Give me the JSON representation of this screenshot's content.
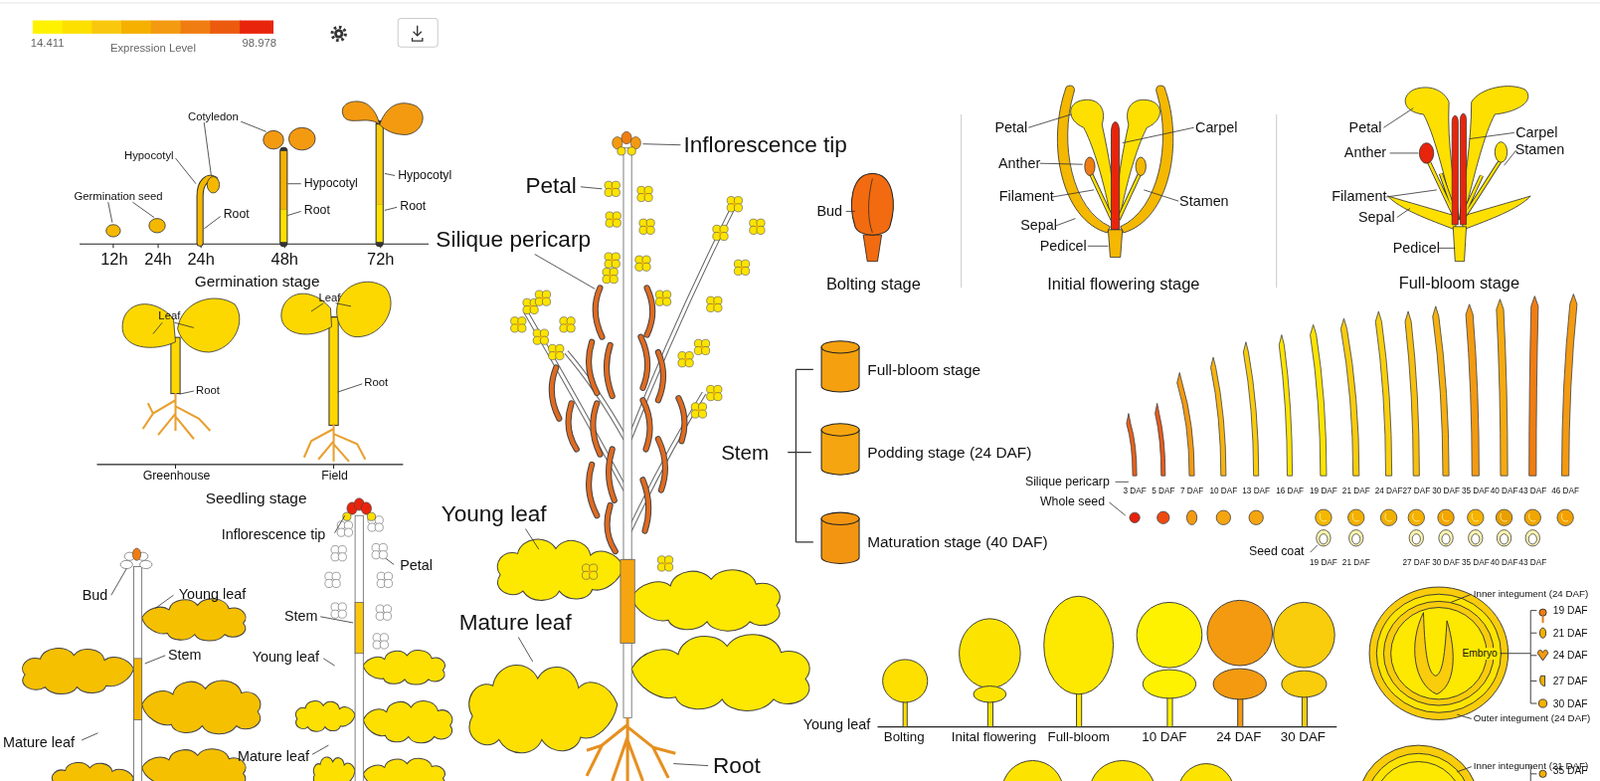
{
  "diagram": {
    "labels": [
      "14.411",
      "Expression Level",
      "98.978",
      "Cotyledon",
      "Hypocotyl",
      "Germination seed",
      "Root",
      "Hypocotyl",
      "Root",
      "Hypocotyl",
      "Root",
      "12h",
      "24h",
      "24h",
      "48h",
      "72h",
      "Germination stage",
      "Leaf",
      "Root",
      "Leaf",
      "Root",
      "Greenhouse",
      "Field",
      "Seedling stage",
      "Bud",
      "Young leaf",
      "Stem",
      "Mature leaf",
      "Inflorescence tip",
      "Petal",
      "Stem",
      "Young leaf",
      "Mature leaf",
      "Inflorescence tip",
      "Petal",
      "Silique pericarp",
      "Young leaf",
      "Mature leaf",
      "Root",
      "Bud",
      "Bolting stage",
      "Petal",
      "Carpel",
      "Anther",
      "Filament",
      "Stamen",
      "Sepal",
      "Pedicel",
      "Initial flowering stage",
      "Petal",
      "Carpel",
      "Anther",
      "Stamen",
      "Filament",
      "Sepal",
      "Pedicel",
      "Full-bloom stage",
      "Stem",
      "Full-bloom stage",
      "Podding stage (24 DAF)",
      "Maturation stage (40 DAF)",
      "Silique pericarp",
      "Whole seed",
      "3 DAF",
      "5 DAF",
      "7 DAF",
      "10 DAF",
      "13 DAF",
      "16 DAF",
      "19 DAF",
      "21 DAF",
      "24 DAF",
      "27 DAF",
      "30 DAF",
      "35 DAF",
      "40 DAF",
      "43 DAF",
      "46 DAF",
      "Seed coat",
      "19 DAF",
      "21 DAF",
      "27 DAF",
      "30 DAF",
      "35 DAF",
      "40 DAF",
      "43 DAF",
      "Young leaf",
      "Bolting",
      "Inital flowering",
      "Full-bloom",
      "10 DAF",
      "24 DAF",
      "30 DAF",
      "Inner integument (24 DAF)",
      "19 DAF",
      "21 DAF",
      "24 DAF",
      "27 DAF",
      "30 DAF",
      "Embryo",
      "Outer integument (24 DAF)",
      "Inner integument (21 DAF)",
      "35 DAF"
    ]
  }
}
